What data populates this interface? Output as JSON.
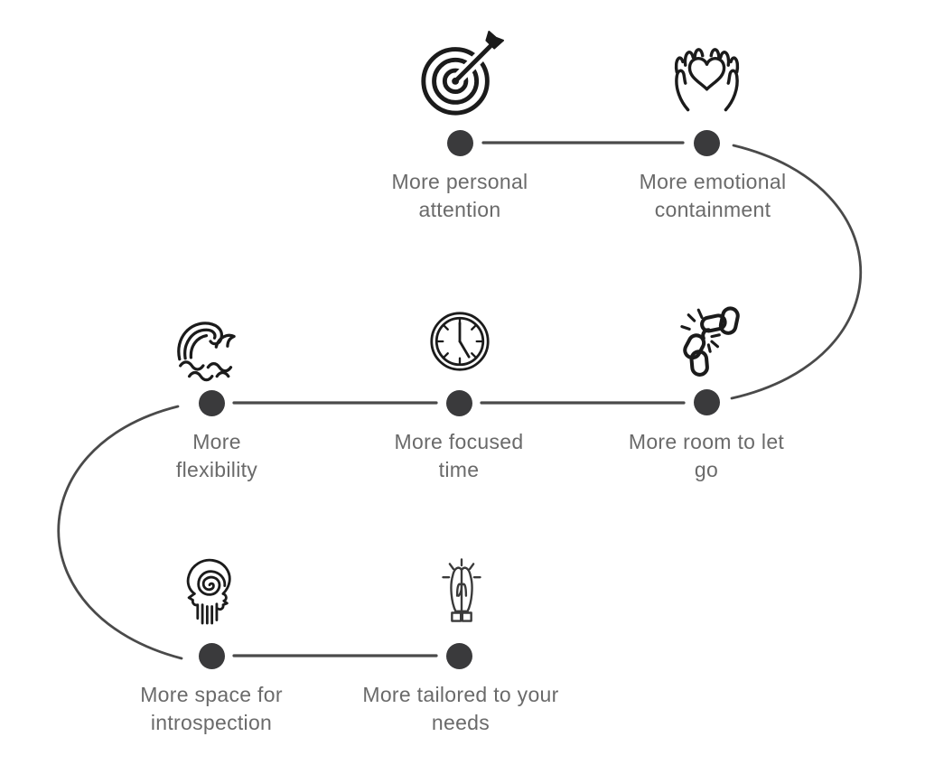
{
  "diagram": {
    "description": "S-shaped flow infographic listing benefits, each node has a line icon, a dark dot on the path and a gray caption",
    "background_color": "#ffffff",
    "colors": {
      "path_line": "#4a4a4a",
      "node_dot": "#3a3a3c",
      "icon_stroke": "#1b1b1b",
      "label_text": "#6a6a6a"
    },
    "items": [
      {
        "label": "More personal attention",
        "icon": "target-arrow-icon"
      },
      {
        "label": "More emotional containment",
        "icon": "hands-holding-heart-icon"
      },
      {
        "label": "More room to let go",
        "icon": "broken-chain-icon"
      },
      {
        "label": "More focused time",
        "icon": "clock-icon"
      },
      {
        "label": "More flexibility",
        "icon": "ocean-wave-icon"
      },
      {
        "label": "More space for introspection",
        "icon": "head-spiral-icon"
      },
      {
        "label": "More tailored to your needs",
        "icon": "praying-hands-icon"
      }
    ]
  }
}
